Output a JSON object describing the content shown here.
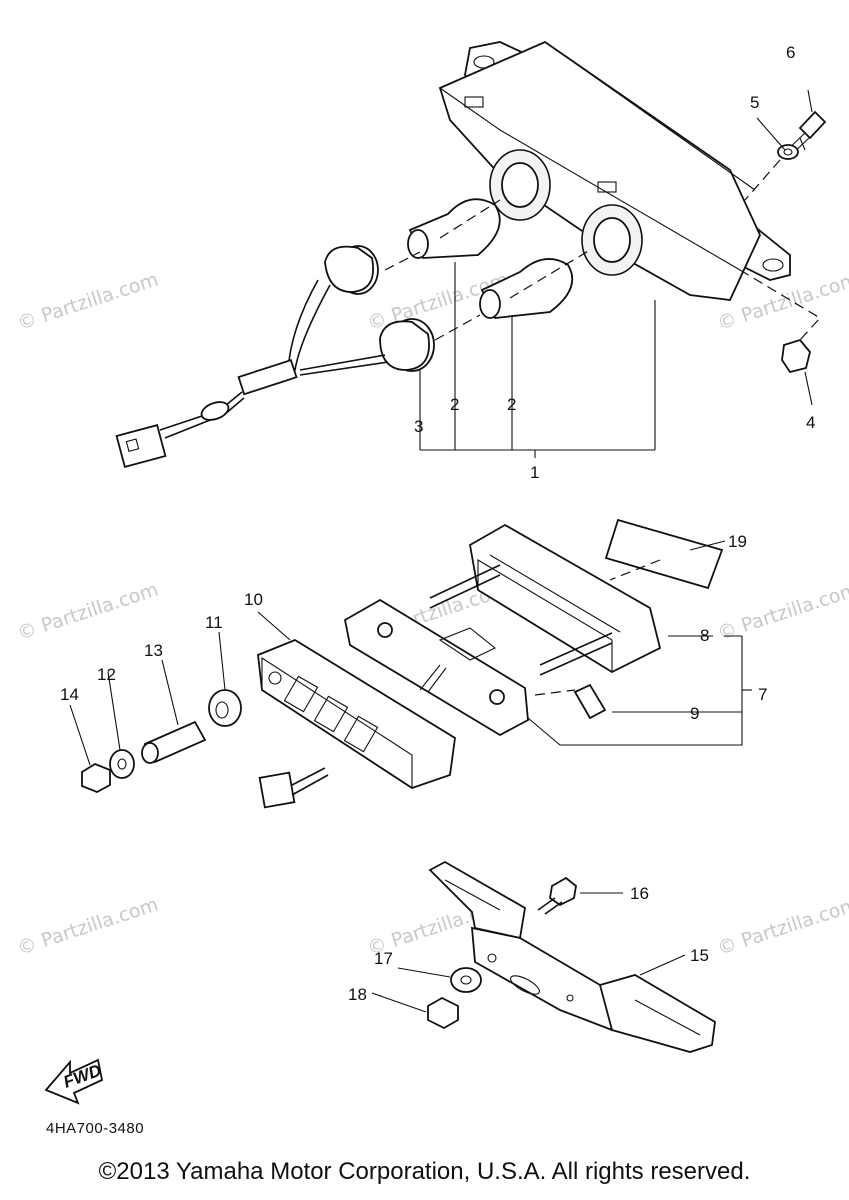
{
  "callouts": {
    "c1": "1",
    "c2a": "2",
    "c2b": "2",
    "c3": "3",
    "c4": "4",
    "c5": "5",
    "c6": "6",
    "c7": "7",
    "c8": "8",
    "c9": "9",
    "c10": "10",
    "c11": "11",
    "c12": "12",
    "c13": "13",
    "c14": "14",
    "c15": "15",
    "c16": "16",
    "c17": "17",
    "c18": "18",
    "c19": "19"
  },
  "fwd_label": "FWD",
  "watermark": "© Partzilla.com",
  "diagram_code": "4HA700-3480",
  "copyright": "©2013  Yamaha Motor Corporation, U.S.A. All rights reserved."
}
